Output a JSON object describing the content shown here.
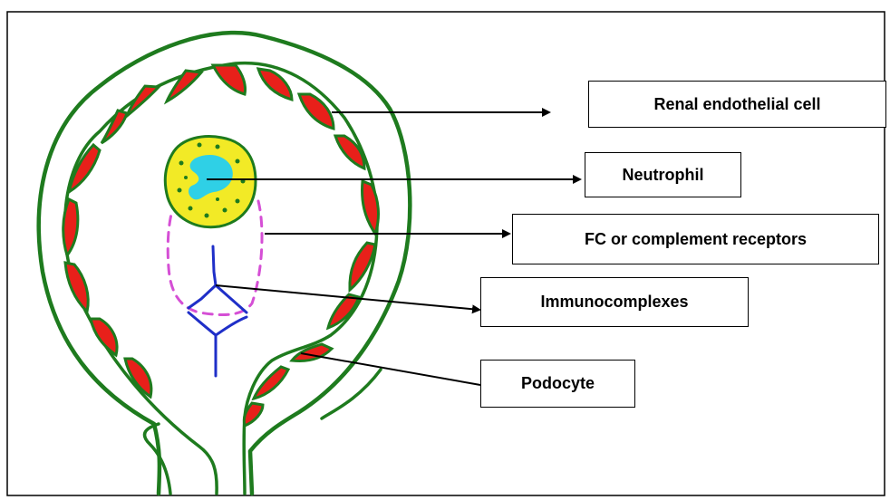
{
  "labels": {
    "renal_endothelial_cell": "Renal endothelial cell",
    "neutrophil": "Neutrophil",
    "fc_complement_receptors": "FC or complement receptors",
    "immunocomplexes": "Immunocomplexes",
    "podocyte": "Podocyte"
  },
  "colors": {
    "capsule": "#1e7b1e",
    "endothelial_cell": "#e8201a",
    "neutrophil_cytoplasm": "#f2ea26",
    "neutrophil_nucleus": "#2fd0e6",
    "receptor_outline": "#d54fd5",
    "immunocomplex": "#1f2fc8",
    "arrow": "#000000"
  }
}
